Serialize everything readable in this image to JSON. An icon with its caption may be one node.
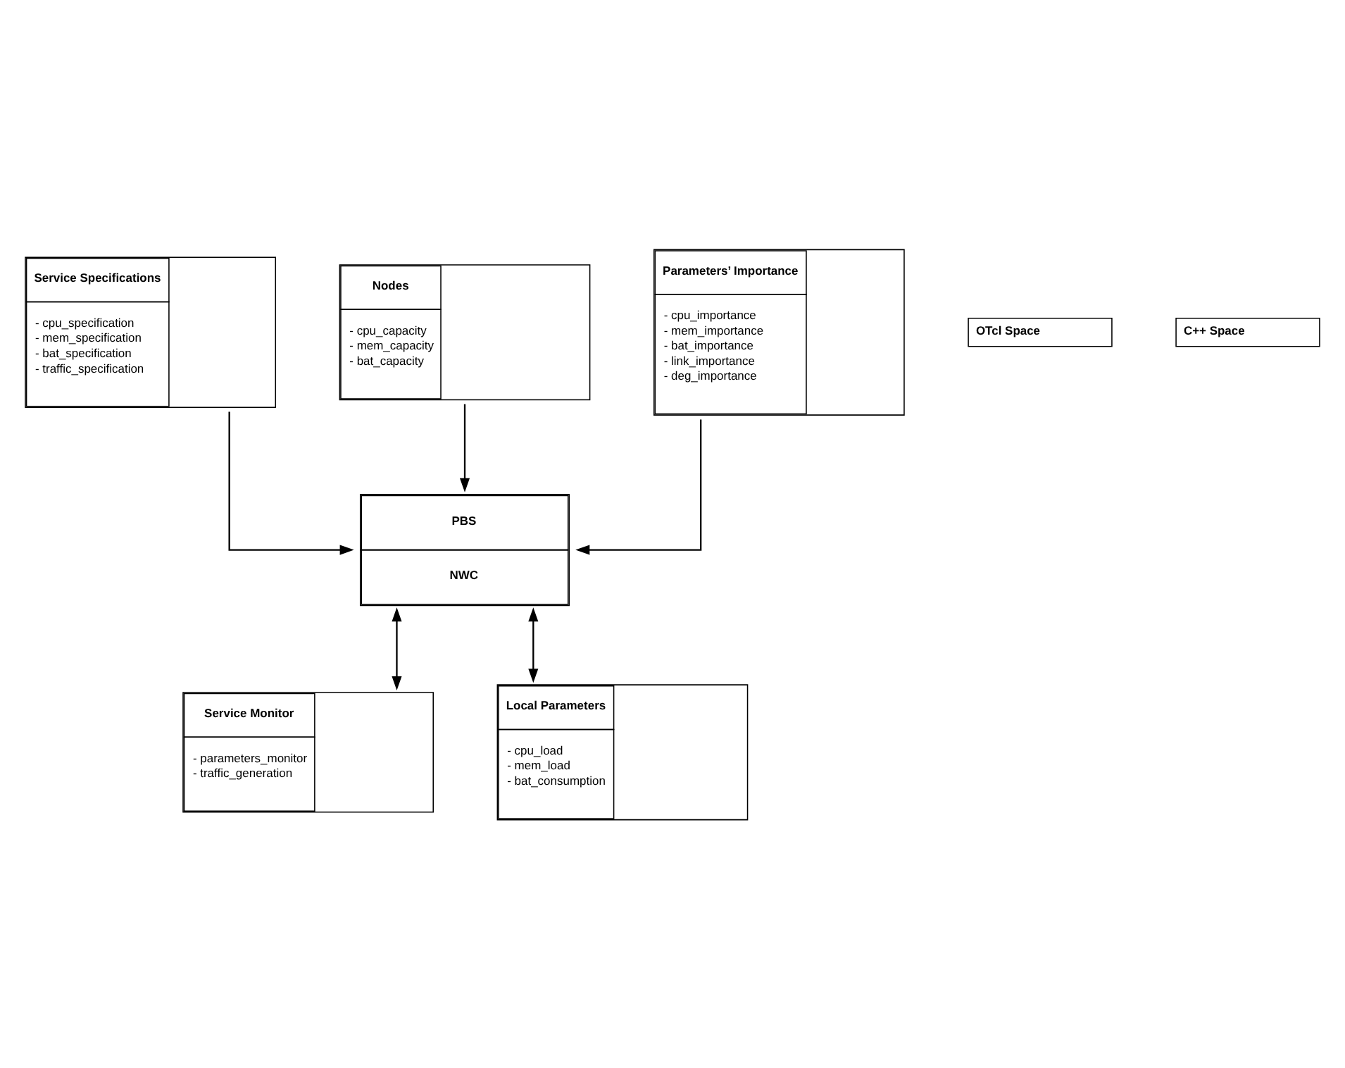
{
  "diagram": {
    "nodes": [
      {
        "text": [
          "Service Specifications",
          "- cpu_specification",
          "- mem_specification",
          "- bat_specification",
          "- traffic_specification"
        ]
      },
      {
        "text": [
          "Nodes",
          "- cpu_capacity",
          "- mem_capacity",
          "- bat_capacity"
        ]
      },
      {
        "text": [
          "Parameters’ Importance",
          "- cpu_importance",
          "- mem_importance",
          "- bat_importance",
          "- link_importance",
          "- deg_importance"
        ]
      },
      {
        "text": [
          "OTcl Space"
        ]
      },
      {
        "text": [
          "C++ Space"
        ]
      },
      {
        "text": [
          "PBS",
          "NWC"
        ]
      },
      {
        "text": [
          "Service Monitor",
          "- parameters_monitor",
          "- traffic_generation"
        ]
      },
      {
        "text": [
          "Local Parameters",
          "- cpu_load",
          "- mem_load",
          "- bat_consumption"
        ]
      }
    ],
    "edges": [
      {
        "from": 0,
        "to": 5,
        "arrow": "to"
      },
      {
        "from": 1,
        "to": 5,
        "arrow": "to"
      },
      {
        "from": 2,
        "to": 5,
        "arrow": "to"
      },
      {
        "from": 5,
        "to": 6,
        "arrow": "both"
      },
      {
        "from": 5,
        "to": 7,
        "arrow": "both"
      }
    ]
  }
}
